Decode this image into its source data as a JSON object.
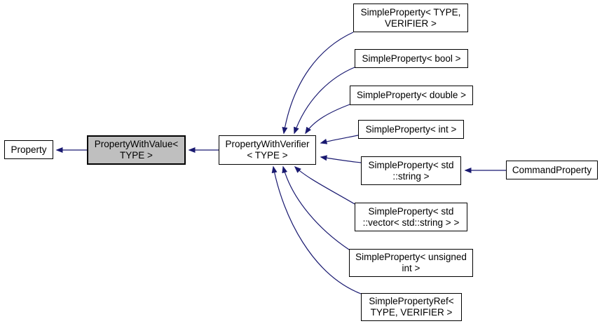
{
  "diagram": {
    "kind": "class-inheritance-graph",
    "colors": {
      "edge": "#191970",
      "node_border": "#000000",
      "node_fill": "#ffffff",
      "highlight_fill": "#bfbfbf",
      "background": "#ffffff"
    },
    "nodes": [
      {
        "id": "property",
        "label": "Property",
        "highlighted": false
      },
      {
        "id": "property-with-value",
        "label": "PropertyWithValue<\nTYPE >",
        "highlighted": true
      },
      {
        "id": "property-with-verifier",
        "label": "PropertyWithVerifier\n< TYPE >",
        "highlighted": false
      },
      {
        "id": "sp-type-verifier",
        "label": "SimpleProperty< TYPE,\nVERIFIER >",
        "highlighted": false
      },
      {
        "id": "sp-bool",
        "label": "SimpleProperty< bool >",
        "highlighted": false
      },
      {
        "id": "sp-double",
        "label": "SimpleProperty< double >",
        "highlighted": false
      },
      {
        "id": "sp-int",
        "label": "SimpleProperty< int >",
        "highlighted": false
      },
      {
        "id": "sp-std-string",
        "label": "SimpleProperty< std\n::string >",
        "highlighted": false
      },
      {
        "id": "command-property",
        "label": "CommandProperty",
        "highlighted": false
      },
      {
        "id": "sp-std-vector",
        "label": "SimpleProperty< std\n::vector< std::string > >",
        "highlighted": false
      },
      {
        "id": "sp-unsigned-int",
        "label": "SimpleProperty< unsigned\nint >",
        "highlighted": false
      },
      {
        "id": "sp-ref",
        "label": "SimplePropertyRef<\nTYPE, VERIFIER >",
        "highlighted": false
      }
    ],
    "edges": [
      {
        "from": "property-with-value",
        "to": "property"
      },
      {
        "from": "property-with-verifier",
        "to": "property-with-value"
      },
      {
        "from": "sp-type-verifier",
        "to": "property-with-verifier"
      },
      {
        "from": "sp-bool",
        "to": "property-with-verifier"
      },
      {
        "from": "sp-double",
        "to": "property-with-verifier"
      },
      {
        "from": "sp-int",
        "to": "property-with-verifier"
      },
      {
        "from": "sp-std-string",
        "to": "property-with-verifier"
      },
      {
        "from": "sp-std-vector",
        "to": "property-with-verifier"
      },
      {
        "from": "sp-unsigned-int",
        "to": "property-with-verifier"
      },
      {
        "from": "sp-ref",
        "to": "property-with-verifier"
      },
      {
        "from": "command-property",
        "to": "sp-std-string"
      }
    ]
  }
}
